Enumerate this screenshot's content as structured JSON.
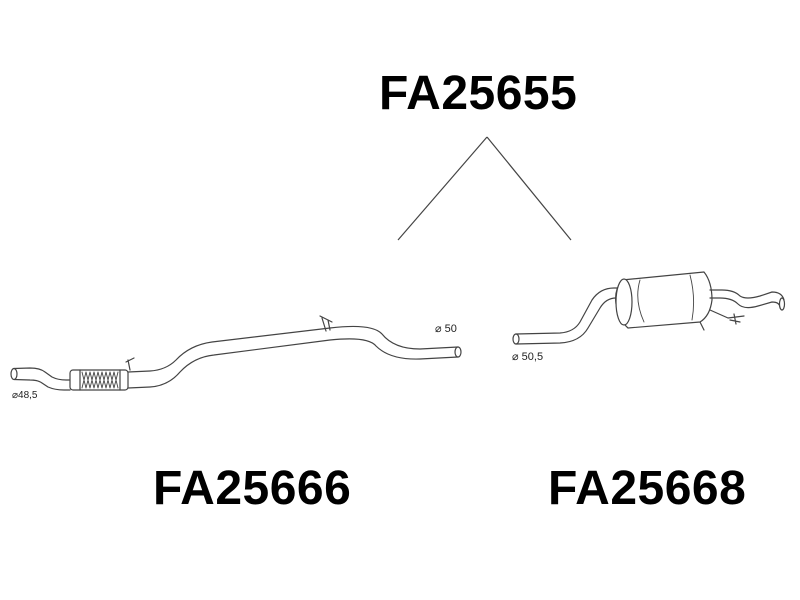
{
  "parts": {
    "assembly": "FA25655",
    "front_section": "FA25666",
    "rear_section": "FA25668"
  },
  "dimensions": {
    "inlet": "⌀48,5",
    "front_outlet": "⌀ 50",
    "rear_inlet": "⌀ 50,5"
  },
  "colors": {
    "line": "#444444",
    "text": "#000000",
    "background": "#ffffff"
  }
}
